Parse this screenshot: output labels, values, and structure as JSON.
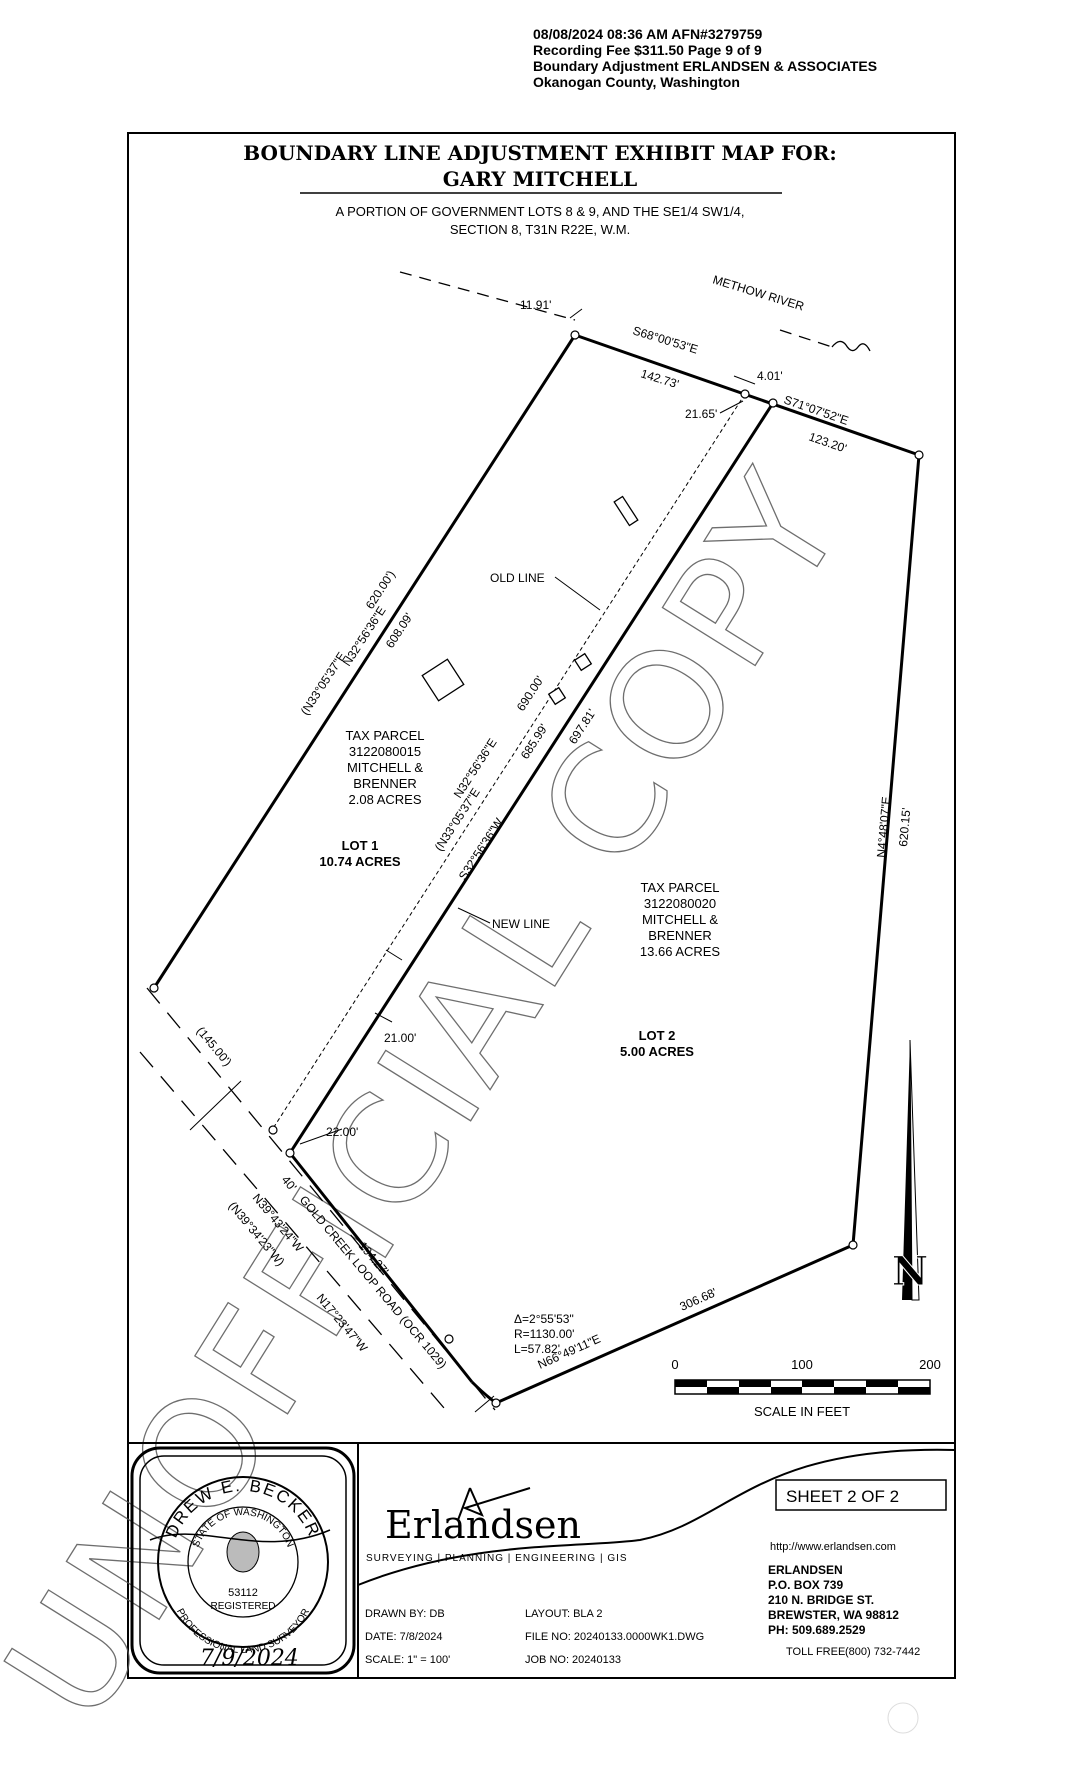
{
  "recording": {
    "line1": "08/08/2024 08:36 AM     AFN#3279759",
    "line2": "Recording Fee $311.50  Page 9 of 9",
    "line3": "Boundary Adjustment     ERLANDSEN & ASSOCIATES",
    "line4": "Okanogan County, Washington"
  },
  "title": {
    "line1": "BOUNDARY LINE ADJUSTMENT EXHIBIT MAP FOR:",
    "line2": "GARY MITCHELL",
    "sub1": "A PORTION OF GOVERNMENT LOTS 8 & 9, AND THE SE1/4 SW1/4,",
    "sub2": "SECTION 8, T31N R22E, W.M."
  },
  "labels": {
    "river": "METHOW RIVER",
    "d_1191": "11.91'",
    "b_s68": "S68°00'53\"E",
    "d_14273": "142.73'",
    "d_401": "4.01'",
    "d_2165": "21.65'",
    "b_s71": "S71°07'52\"E",
    "d_12320": "123.20'",
    "old_line": "OLD LINE",
    "new_line": "NEW LINE",
    "west_rec_bearing": "(N33°05'37\"E",
    "west_rec_dist": "620.00')",
    "west_bearing": "N32°56'36\"E",
    "west_dist": "608.09'",
    "mid_rec1": "N32°56'36\"E",
    "mid_rec1_dist": "690.00'",
    "mid_rec2": "(N33°05'37\"E",
    "mid_rec2_dist": "685.99'",
    "mid_new_bearing": "S32°56'36\"W",
    "mid_new_dist": "697.81'",
    "east_bearing": "N4°48'07\"E",
    "east_dist": "620.15'",
    "d_2100": "21.00'",
    "d_2200": "22.00'",
    "d_14500": "(145.00')",
    "d_40": "40'",
    "road_b1": "N39°43'24\"W",
    "road_b2": "(N39°34'23\"W)",
    "road_name": "GOLD CREEK LOOP ROAD (OCR 1029)",
    "d_19427": "194.27'",
    "road_b3": "N17°23'47\"W",
    "curve_delta": "Δ=2°55'53\"",
    "curve_r": "R=1130.00'",
    "curve_l": "L=57.82'",
    "south_bearing": "N66°49'11\"E",
    "south_dist": "306.68'"
  },
  "parcels": {
    "p1_l1": "TAX PARCEL",
    "p1_l2": "3122080015",
    "p1_l3": "MITCHELL &",
    "p1_l4": "BRENNER",
    "p1_l5": "2.08 ACRES",
    "lot1_l1": "LOT 1",
    "lot1_l2": "10.74 ACRES",
    "p2_l1": "TAX PARCEL",
    "p2_l2": "3122080020",
    "p2_l3": "MITCHELL &",
    "p2_l4": "BRENNER",
    "p2_l5": "13.66 ACRES",
    "lot2_l1": "LOT 2",
    "lot2_l2": "5.00 ACRES"
  },
  "scale_bar": {
    "t0": "0",
    "t100": "100",
    "t200": "200",
    "caption": "SCALE IN FEET"
  },
  "north_arrow": {
    "letter": "N"
  },
  "watermark": "UNOFFICIAL COPY",
  "seal": {
    "name": "DREW E. BECKER",
    "state": "STATE OF WASHINGTON",
    "number": "53112",
    "registered": "REGISTERED",
    "professional": "PROFESSIONAL LAND SURVEYOR",
    "signature_date": "7/9/2024"
  },
  "title_block": {
    "company": "Erlandsen",
    "services": "SURVEYING | PLANNING | ENGINEERING | GIS",
    "sheet": "SHEET   2 OF 2",
    "website": "http://www.erlandsen.com",
    "addr1": "ERLANDSEN",
    "addr2": "P.O. BOX 739",
    "addr3": "210 N. BRIDGE ST.",
    "addr4": "BREWSTER, WA 98812",
    "addr5": "PH: 509.689.2529",
    "tollfree_label": "TOLL FREE",
    "tollfree": "(800) 732-7442",
    "drawn_by": "DRAWN BY: DB",
    "layout": "LAYOUT:  BLA 2",
    "date": "DATE:  7/8/2024",
    "file_no": "FILE NO:  20240133.0000WK1.DWG",
    "scale": "SCALE:  1\" = 100'",
    "job_no": "JOB NO:  20240133"
  }
}
